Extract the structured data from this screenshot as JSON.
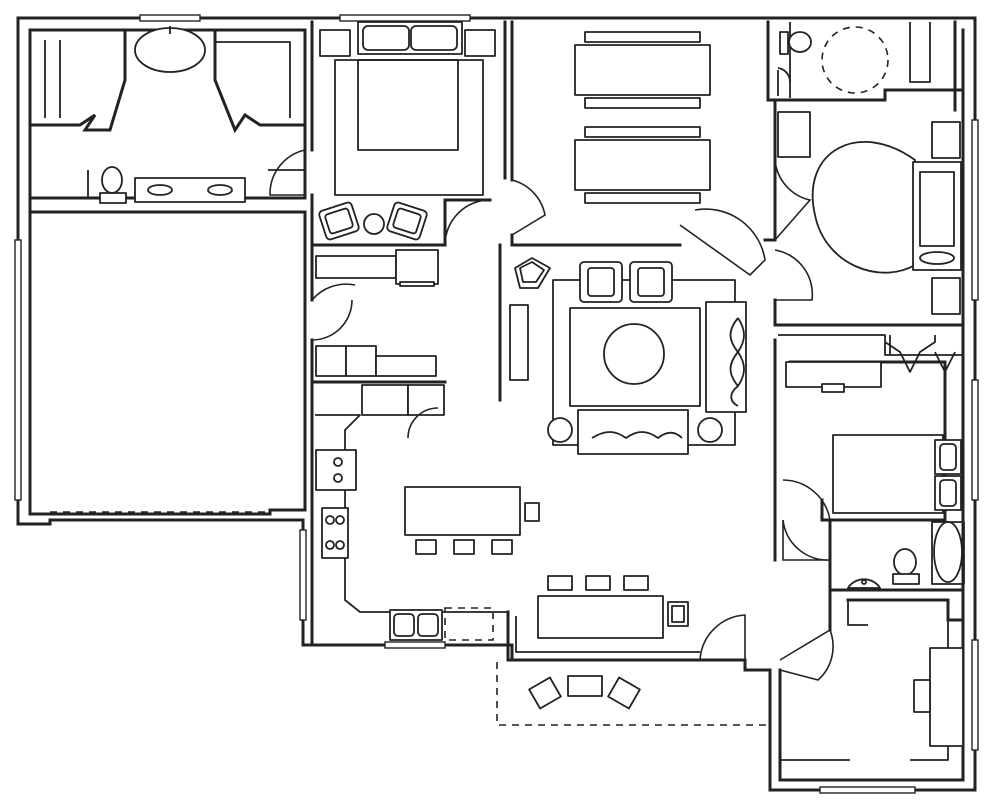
{
  "diagram": {
    "kind": "architectural-floor-plan",
    "rooms": [
      {
        "key": "master-bath"
      },
      {
        "key": "master-bedroom"
      },
      {
        "key": "dining-room"
      },
      {
        "key": "bath-2"
      },
      {
        "key": "bedroom-2"
      },
      {
        "key": "garage"
      },
      {
        "key": "laundry"
      },
      {
        "key": "living-room"
      },
      {
        "key": "kitchen"
      },
      {
        "key": "bedroom-3"
      },
      {
        "key": "bath-3"
      },
      {
        "key": "office"
      },
      {
        "key": "patio"
      }
    ]
  },
  "colors": {
    "background": "#ffffff",
    "stroke": "#222222"
  }
}
